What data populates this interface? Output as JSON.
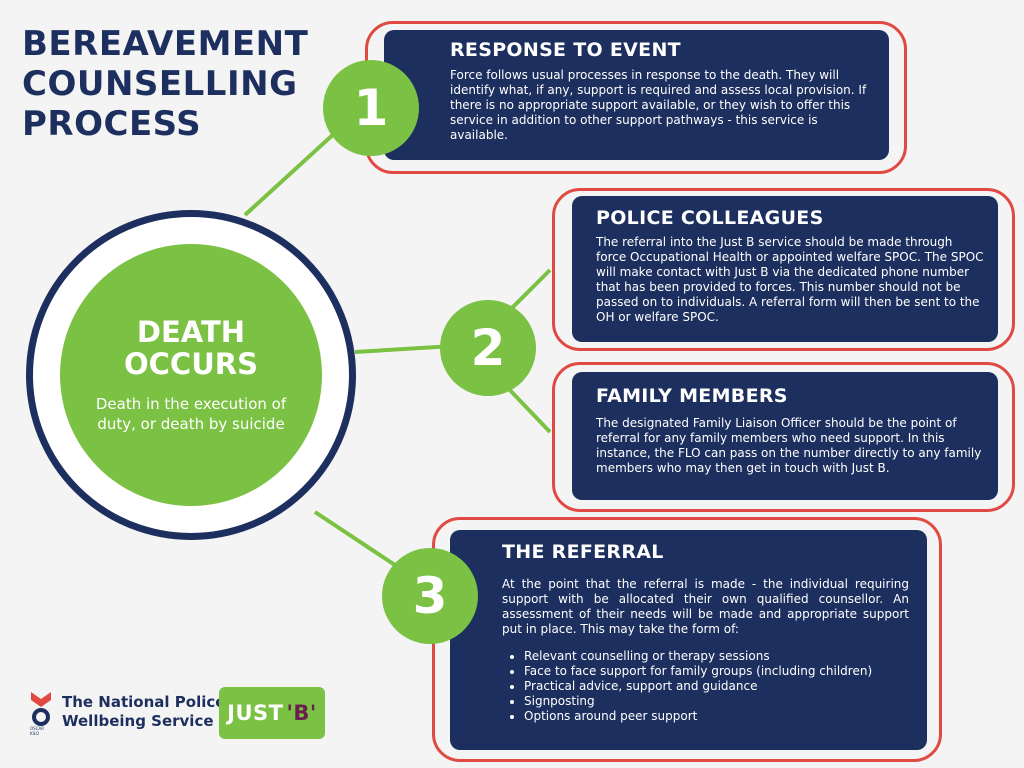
{
  "title": {
    "line1": "BEREAVEMENT",
    "line2": "COUNSELLING",
    "line3": "PROCESS"
  },
  "center": {
    "heading": "DEATH OCCURS",
    "text": "Death in the execution of duty, or death by suicide"
  },
  "steps": [
    {
      "number": "1",
      "heading": "RESPONSE TO EVENT",
      "text": "Force follows usual processes in response to the death. They will identify what, if any, support is required and assess local provision. If there is no appropriate support available, or they wish to offer this service in addition to other support pathways - this service is available."
    },
    {
      "number": "2",
      "cards": [
        {
          "heading": "POLICE COLLEAGUES",
          "text": "The referral into the Just B service should be made through force Occupational Health or appointed welfare SPOC. The SPOC will make contact with Just B via the dedicated phone number that has been provided to forces. This number should not be passed on to individuals. A referral form will then be sent to the OH or welfare SPOC."
        },
        {
          "heading": "FAMILY MEMBERS",
          "text": "The designated Family Liaison Officer should be the point of referral for any family members who need support. In this instance, the FLO can pass on the number directly to any family members who may then get in touch with Just B."
        }
      ]
    },
    {
      "number": "3",
      "heading": "THE REFERRAL",
      "text": "At the point that the referral is made - the individual requiring support with be allocated their own qualified counsellor. An assessment of their needs will be made and appropriate support put in place. This may take the form of:",
      "bullets": [
        "Relevant counselling or therapy sessions",
        "Face to face support for family groups (including children)",
        "Practical advice, support and guidance",
        "Signposting",
        "Options around peer support"
      ]
    }
  ],
  "logos": {
    "national_police": {
      "line1": "The National Police",
      "line2": "Wellbeing Service",
      "small": "OSCAR KILO"
    },
    "just_b": {
      "main": "JUST",
      "accent": "'B'"
    }
  },
  "colors": {
    "navy": "#1d2f5e",
    "green": "#7bc143",
    "red": "#e04a42"
  }
}
